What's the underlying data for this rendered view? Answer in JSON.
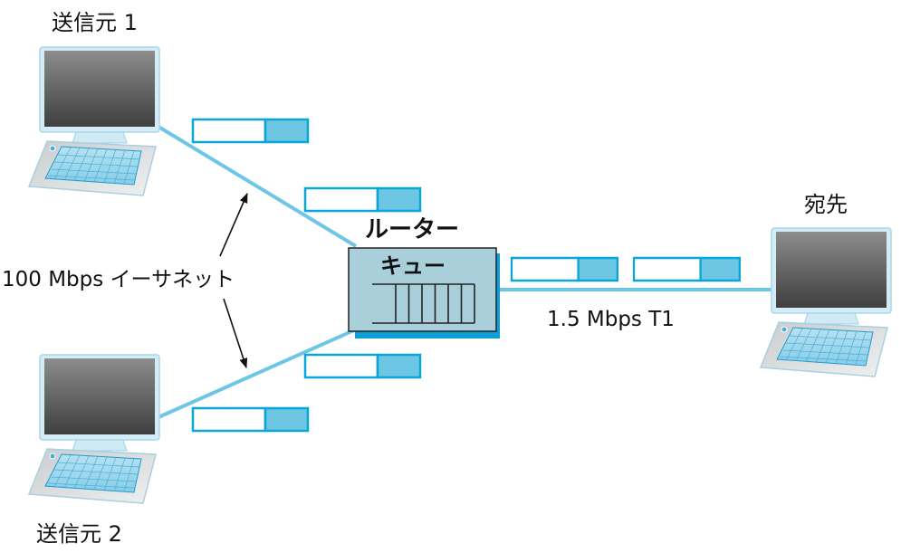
{
  "labels": {
    "sender1": "送信元 1",
    "sender2": "送信元 2",
    "destination": "宛先",
    "router_title": "ルーター",
    "queue_label": "キュー",
    "ethernet": "100 Mbps イーサネット",
    "t1_link": "1.5 Mbps T1"
  },
  "colors": {
    "link": "#6ec6e6",
    "packet_border": "#0aa6d8",
    "packet_header": "#6cc6e4",
    "router_fill": "#a9cfdb",
    "router_shadow": "#0a9fd6",
    "screen_dark": "#3e3e3e",
    "screen_light": "#8a8a8a",
    "monitor_frame": "#cfe9f4"
  },
  "queue": {
    "slots": 6
  }
}
